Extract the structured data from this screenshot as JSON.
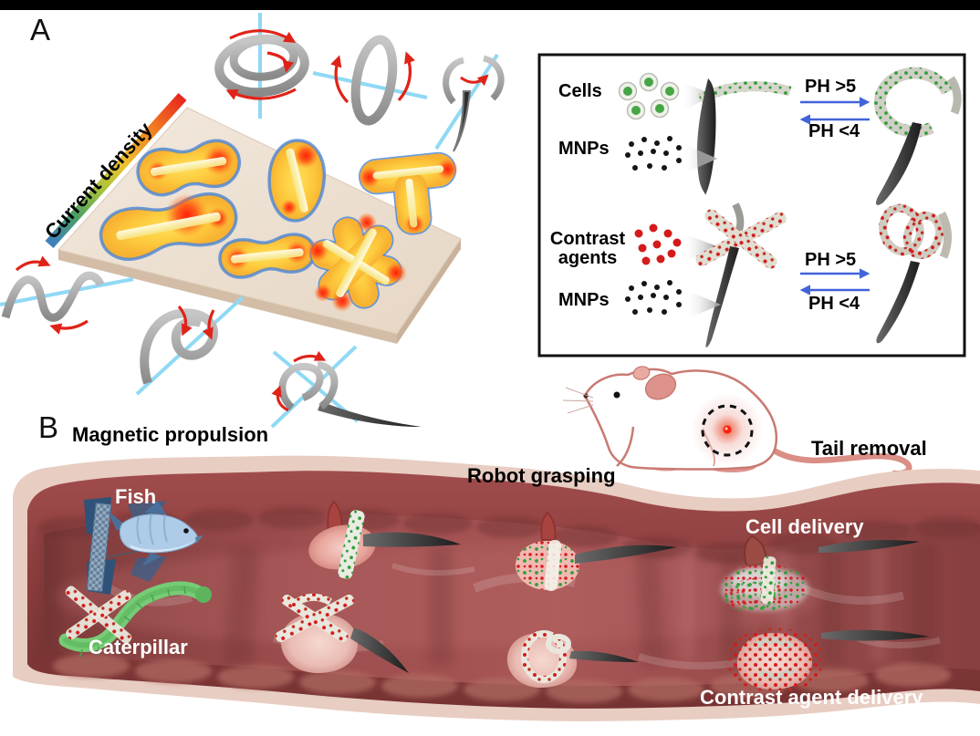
{
  "figure": {
    "panel_a_label": "A",
    "panel_b_label": "B",
    "current_density_label": "Current density",
    "inset": {
      "cells_label": "Cells",
      "mnps_label": "MNPs",
      "contrast_agents_label": "Contrast agents",
      "ph_high_label": "PH >5",
      "ph_low_label": "PH <4"
    },
    "vessel_labels": {
      "magnetic_propulsion": "Magnetic propulsion",
      "fish": "Fish",
      "caterpillar": "Caterpillar",
      "robot_grasping": "Robot grasping",
      "tail_removal": "Tail removal",
      "cell_delivery": "Cell delivery",
      "contrast_agent_delivery": "Contrast agent delivery"
    },
    "colors": {
      "rotation_axis_cyan": "#8fd9f5",
      "rotation_arrow_red": "#e02318",
      "ph_arrow_blue": "#4263d9",
      "cell_green": "#2f9e38",
      "contrast_red": "#d41b1b",
      "mnp_black": "#151515",
      "robot_gray": "#9b9b9b",
      "vessel_wall": "#9c4747",
      "vessel_outer_band": "#e8cdc2",
      "plate_tan": "#ece0d2",
      "heat_gradient": [
        "#2f6fd0",
        "#ffd23a",
        "#ff8c1a",
        "#ff2d12"
      ]
    }
  }
}
